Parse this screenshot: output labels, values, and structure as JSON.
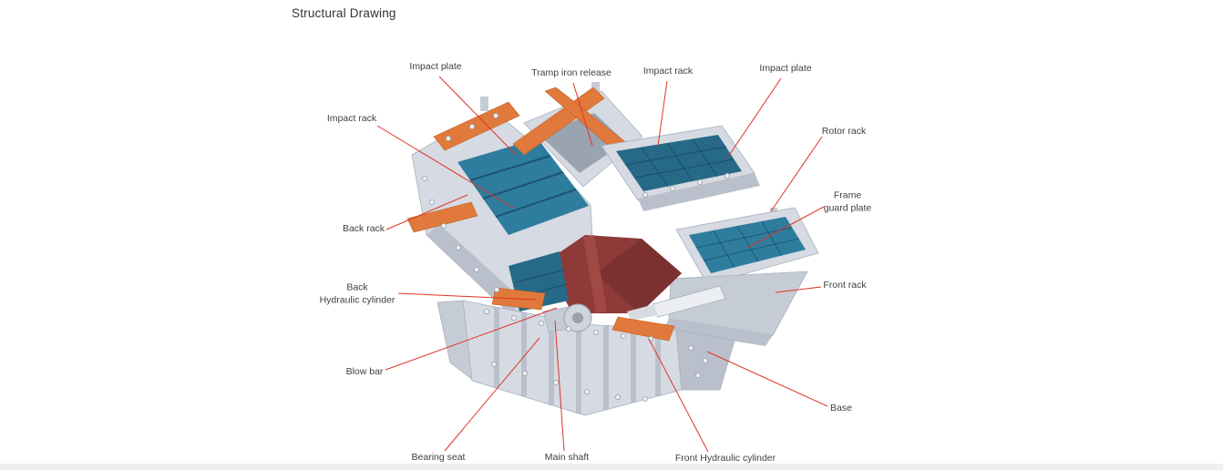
{
  "page": {
    "title": "Structural Drawing"
  },
  "colors": {
    "leader_line": "#e03427",
    "label_text": "#3f3f3f",
    "machine_gray": "#d6dae2",
    "machine_gray_dark": "#b9c0cb",
    "machine_teal": "#2e7d9e",
    "machine_teal_dark": "#266a88",
    "machine_orange": "#e0793b",
    "machine_red": "#8e3a38",
    "machine_red_dark": "#7a312f"
  },
  "diagram": {
    "labels": [
      {
        "id": "impact-plate-top-left",
        "text": "Impact plate"
      },
      {
        "id": "tramp-iron-release",
        "text": "Tramp iron release"
      },
      {
        "id": "impact-rack-top",
        "text": "Impact rack"
      },
      {
        "id": "impact-plate-top-right",
        "text": "Impact plate"
      },
      {
        "id": "impact-rack-left",
        "text": "Impact rack"
      },
      {
        "id": "rotor-rack",
        "text": "Rotor rack"
      },
      {
        "id": "frame-guard-plate",
        "text": "Frame\nguard plate"
      },
      {
        "id": "back-rack",
        "text": "Back rack"
      },
      {
        "id": "back-hydraulic-cylinder",
        "text": "Back\nHydraulic cylinder"
      },
      {
        "id": "front-rack",
        "text": "Front rack"
      },
      {
        "id": "blow-bar",
        "text": "Blow bar"
      },
      {
        "id": "base",
        "text": "Base"
      },
      {
        "id": "bearing-seat",
        "text": "Bearing seat"
      },
      {
        "id": "main-shaft",
        "text": "Main shaft"
      },
      {
        "id": "front-hydraulic-cylinder",
        "text": "Front Hydraulic cylinder"
      }
    ]
  }
}
